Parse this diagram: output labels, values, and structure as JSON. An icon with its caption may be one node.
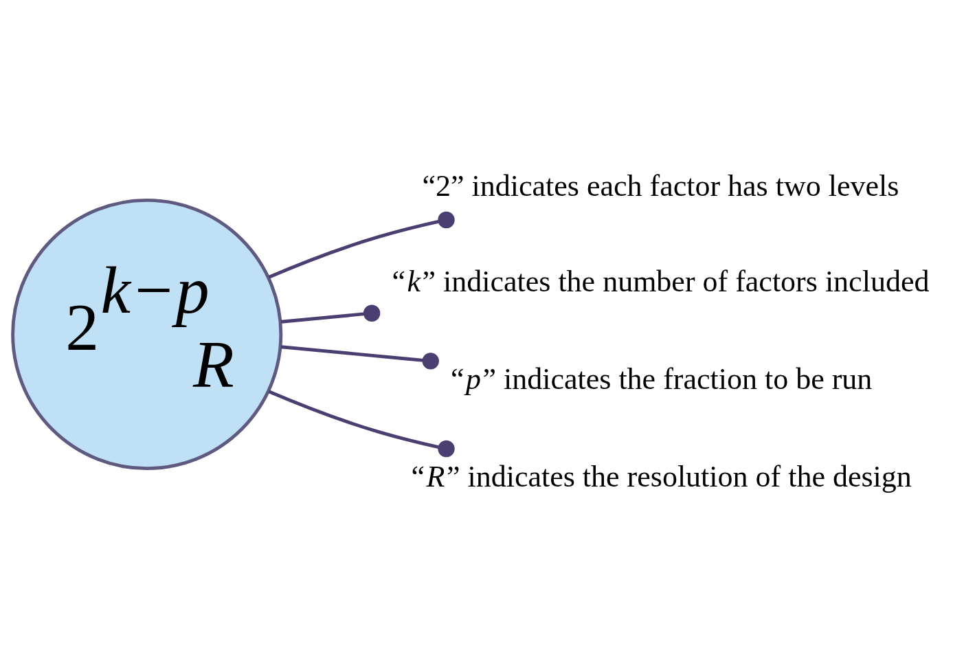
{
  "diagram": {
    "nodes": [
      {
        "text": [
          "2$^{k−p}$$_{R}$"
        ]
      },
      {
        "text": [
          "“2” indicates each factor has two levels"
        ]
      },
      {
        "text": [
          "“*k*” indicates the number of factors included"
        ]
      },
      {
        "text": [
          "“*p*” indicates the fraction to be run"
        ]
      },
      {
        "text": [
          "“*R*” indicates the resolution of the design"
        ]
      }
    ],
    "edges": [
      {
        "from": 0,
        "to": 1,
        "arrow": "other"
      },
      {
        "from": 0,
        "to": 2,
        "arrow": "other"
      },
      {
        "from": 0,
        "to": 3,
        "arrow": "other"
      },
      {
        "from": 0,
        "to": 4,
        "arrow": "other"
      }
    ]
  }
}
